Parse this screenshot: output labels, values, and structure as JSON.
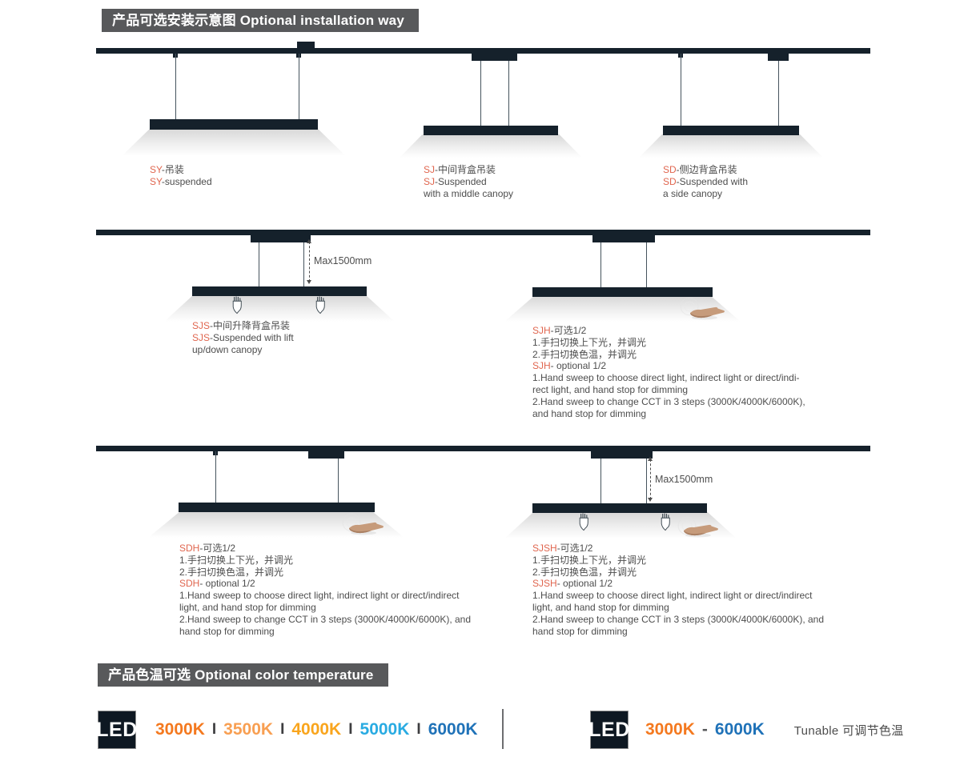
{
  "install_section": {
    "title": "产品可选安装示意图 Optional installation way"
  },
  "measure_label": "Max1500mm",
  "diagrams": {
    "sy": {
      "prefix": "SY",
      "line1_rest": "-吊装",
      "line2_rest": "-suspended"
    },
    "sj": {
      "prefix": "SJ",
      "line1_rest": "-中间背盒吊装",
      "line2_rest": "-Suspended",
      "line3": "with a middle canopy"
    },
    "sd": {
      "prefix": "SD",
      "line1_rest": "-侧边背盒吊装",
      "line2_rest": "-Suspended with",
      "line3": "a side canopy"
    },
    "sjs": {
      "prefix": "SJS",
      "line1_rest": "-中间升降背盒吊装",
      "line2_rest": "-Suspended with lift",
      "line3": "up/down canopy"
    },
    "sjh": {
      "prefix": "SJH",
      "cn_title_rest": "-可选1/2",
      "cn_line1": "1.手扫切换上下光，并调光",
      "cn_line2": "2.手扫切换色温，并调光",
      "en_title_rest": "- optional 1/2",
      "en_line1": "1.Hand sweep to choose direct light, indirect light or direct/indi-",
      "en_line2": "rect light, and hand stop for dimming",
      "en_line3": "2.Hand sweep to change CCT in 3 steps (3000K/4000K/6000K),",
      "en_line4": "and hand stop for dimming"
    },
    "sdh": {
      "prefix": "SDH",
      "cn_title_rest": "-可选1/2",
      "cn_line1": "1.手扫切换上下光，并调光",
      "cn_line2": "2.手扫切换色温，并调光",
      "en_title_rest": "- optional 1/2",
      "en_line1": "1.Hand sweep to choose direct light, indirect light or direct/indirect",
      "en_line2": "light, and hand stop for dimming",
      "en_line3": "2.Hand sweep to change CCT in 3 steps (3000K/4000K/6000K), and",
      "en_line4": "hand stop for dimming"
    },
    "sjsh": {
      "prefix": "SJSH",
      "cn_title_rest": "-可选1/2",
      "cn_line1": "1.手扫切换上下光，并调光",
      "cn_line2": "2.手扫切换色温，并调光",
      "en_title_rest": "- optional 1/2",
      "en_line1": "1.Hand sweep to choose direct light, indirect light or direct/indirect",
      "en_line2": "light, and hand stop for dimming",
      "en_line3": "2.Hand sweep to change CCT in 3 steps (3000K/4000K/6000K), and",
      "en_line4": "hand stop for dimming"
    }
  },
  "cct_section": {
    "title": "产品色温可选 Optional color temperature",
    "led_badge": "LED",
    "separator": "I",
    "fixed_options": [
      {
        "label": "3000K",
        "color": "#F4791F"
      },
      {
        "label": "3500K",
        "color": "#F89F52"
      },
      {
        "label": "4000K",
        "color": "#F9A51D"
      },
      {
        "label": "5000K",
        "color": "#29ABE2"
      },
      {
        "label": "6000K",
        "color": "#1F72B8"
      }
    ],
    "tunable": {
      "from": "3000K",
      "dash": "-",
      "to": "6000K",
      "note": "Tunable 可调节色温"
    }
  },
  "colors": {
    "bar_dark": "#15212B",
    "banner_bg": "#58595B",
    "accent_prefix": "#E0664F",
    "body_text": "#4D4D4D",
    "orange": "#F4791F",
    "blue": "#1F72B8",
    "sky_blue": "#29ABE2"
  }
}
